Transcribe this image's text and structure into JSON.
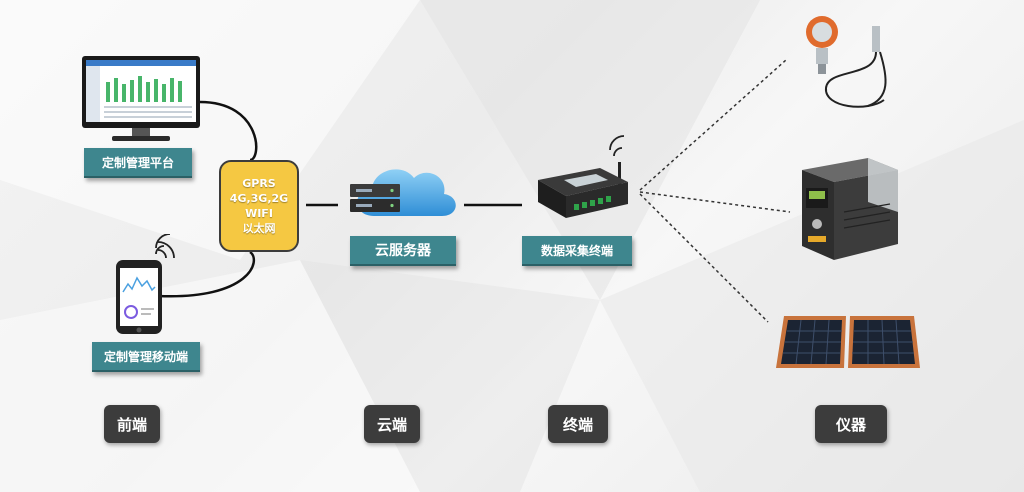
{
  "labels": {
    "platform": "定制管理平台",
    "mobile": "定制管理移动端",
    "cloud_server": "云服务器",
    "terminal": "数据采集终端"
  },
  "gateway": {
    "lines": [
      "GPRS",
      "4G,3G,2G",
      "WIFI",
      "以太网"
    ]
  },
  "tiers": {
    "front": "前端",
    "cloud": "云端",
    "terminal": "终端",
    "instruments": "仪器"
  },
  "colors": {
    "label_teal": "#3e868e",
    "tier_dark": "#3c3c3c",
    "gateway_yellow": "#f5c842",
    "cloud_blue": "#3a9ad9"
  }
}
